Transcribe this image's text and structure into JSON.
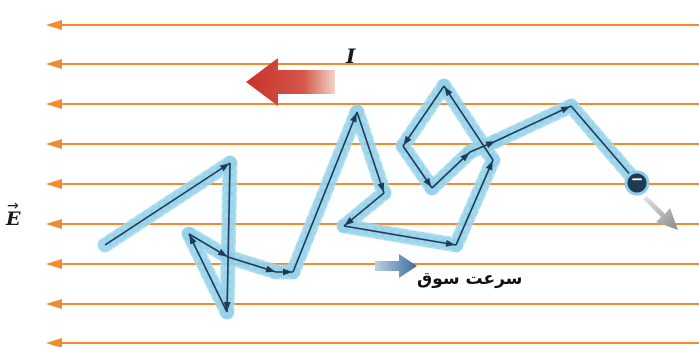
{
  "labels": {
    "current": "I",
    "field": "E",
    "field_vector_mark": "→",
    "drift_velocity": "سرعت سوق",
    "charge_sign": "−"
  },
  "colors": {
    "field_line": "#f28a2e",
    "current_arrow": "#c8322a",
    "path_line": "#1f3a56",
    "path_glow": "#8ccde8",
    "drift_arrow": "#3a6c9a",
    "electron": "#1e3a52",
    "exit_arrow": "#9a9a9a"
  },
  "field_line_count": 9
}
